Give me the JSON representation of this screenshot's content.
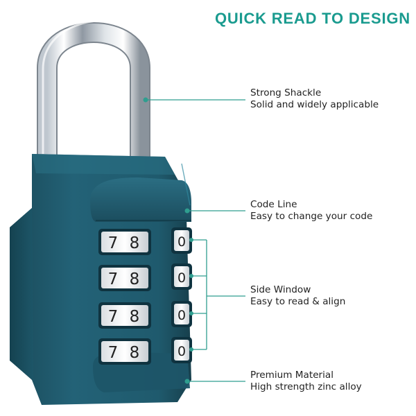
{
  "headline": "QUICK READ TO DESIGN",
  "colors": {
    "accent": "#1a9b8f",
    "lock_body": "#1f5768",
    "callout_line": "#2f9e8f",
    "text": "#222222"
  },
  "dials": [
    {
      "digits": [
        "7",
        "8"
      ],
      "right_digit": "0"
    },
    {
      "digits": [
        "7",
        "8"
      ],
      "right_digit": "0"
    },
    {
      "digits": [
        "7",
        "8"
      ],
      "right_digit": "0"
    },
    {
      "digits": [
        "7",
        "8"
      ],
      "right_digit": "0"
    }
  ],
  "features": [
    {
      "title": "Strong Shackle",
      "description": "Solid and widely applicable"
    },
    {
      "title": "Code Line",
      "description": "Easy to change your code"
    },
    {
      "title": "Side Window",
      "description": "Easy to read & align"
    },
    {
      "title": "Premium Material",
      "description": "High strength zinc alloy"
    }
  ]
}
